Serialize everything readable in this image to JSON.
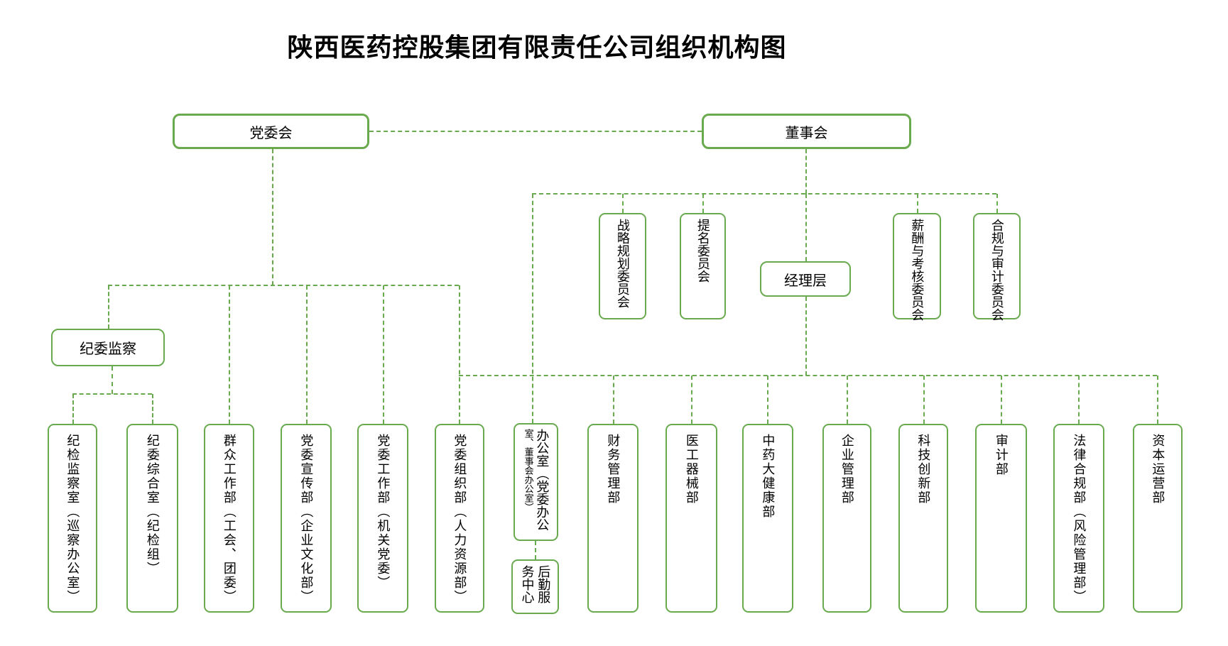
{
  "title": "陕西医药控股集团有限责任公司组织机构图",
  "colors": {
    "line_green": "#6aaa4e",
    "box_border_green": "#6aaa4e",
    "text": "#000000",
    "background": "#ffffff"
  },
  "nodes": {
    "party_committee": "党委会",
    "board": "董事会",
    "management": "经理层",
    "discipline_supervision": "纪委监察"
  },
  "board_committees": [
    {
      "label": "战略规划委员会"
    },
    {
      "label": "提名委员会"
    },
    {
      "label": "薪酬与考核委员会"
    },
    {
      "label": "合规与审计委员会"
    }
  ],
  "discipline_offices": [
    {
      "label": "纪检监察室（巡察办公室）"
    },
    {
      "label": "纪委综合室（纪检组）"
    }
  ],
  "party_departments": [
    {
      "label": "群众工作部（工会、团委）"
    },
    {
      "label": "党委宣传部（企业文化部）"
    },
    {
      "label": "党委工作部（机关党委）"
    },
    {
      "label": "党委组织部（人力资源部）"
    }
  ],
  "office": {
    "label": "办公室（党委办公室、董事会办公室）",
    "lines": [
      "办公室（党委办公",
      "室、董事会办公室）"
    ]
  },
  "logistics_center": {
    "label": "后勤服务中心",
    "lines": [
      "后勤服",
      "务中心"
    ]
  },
  "management_departments": [
    {
      "label": "财务管理部"
    },
    {
      "label": "医工器械部"
    },
    {
      "label": "中药大健康部"
    },
    {
      "label": "企业管理部"
    },
    {
      "label": "科技创新部"
    },
    {
      "label": "审计部"
    },
    {
      "label": "法律合规部（风险管理部）"
    },
    {
      "label": "资本运营部"
    }
  ]
}
